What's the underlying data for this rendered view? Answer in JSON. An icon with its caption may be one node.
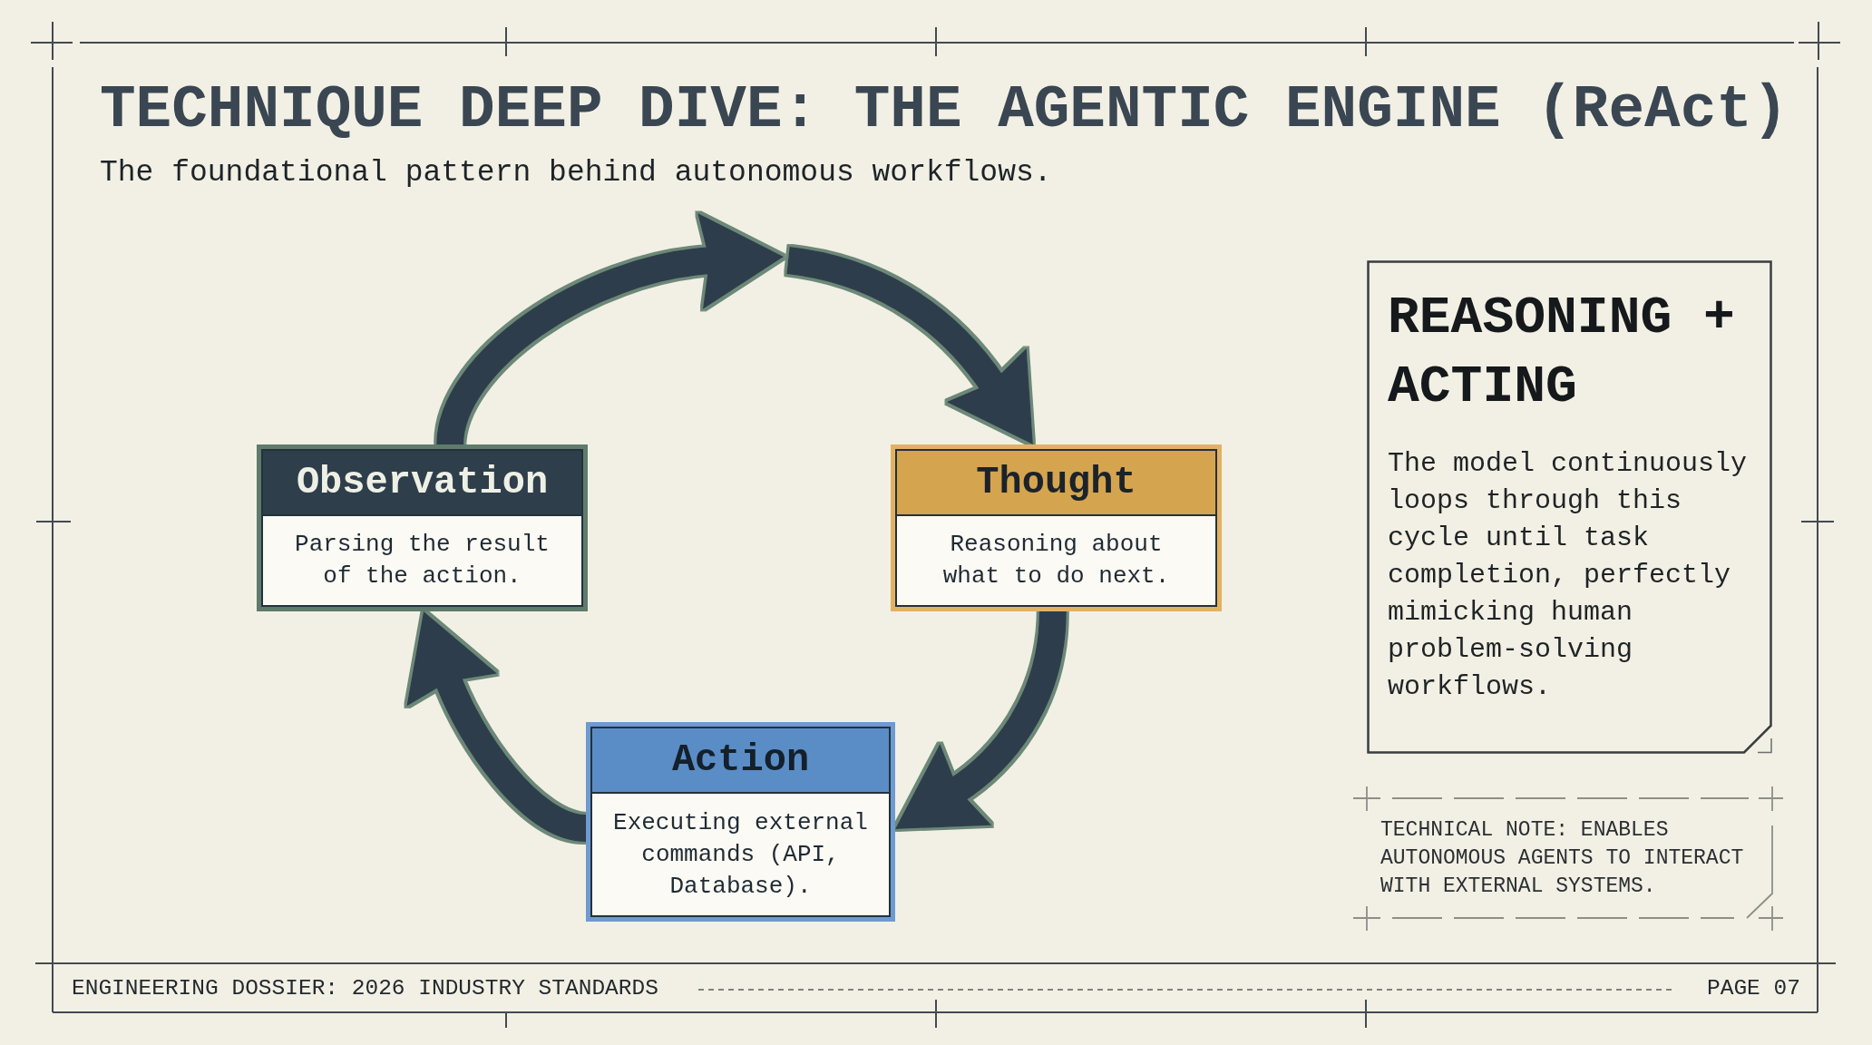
{
  "diagram": {
    "title": "TECHNIQUE DEEP DIVE: THE AGENTIC ENGINE (ReAct)",
    "nodes": [
      {
        "text": [
          "Observation",
          "Parsing the result of the action."
        ]
      },
      {
        "text": [
          "Thought",
          "Reasoning about what to do next."
        ]
      },
      {
        "text": [
          "Action",
          "Executing external commands (API, Database)."
        ]
      },
      {
        "text": [
          "REASONING + ACTING",
          "The model continuously loops through this cycle until task completion, perfectly mimicking human problem-solving workflows."
        ]
      },
      {
        "text": [
          "TECHNICAL NOTE: ENABLES AUTONOMOUS AGENTS TO INTERACT WITH EXTERNAL SYSTEMS."
        ]
      }
    ],
    "edges": [
      {
        "from": 0,
        "to": null,
        "arrow": "to"
      },
      {
        "from": null,
        "to": 1,
        "arrow": "to"
      },
      {
        "from": 1,
        "to": 2,
        "arrow": "to"
      },
      {
        "from": 2,
        "to": 0,
        "arrow": "to"
      }
    ],
    "labels": [
      "The foundational pattern behind autonomous workflows.",
      "ENGINEERING DOSSIER: 2026 INDUSTRY STANDARDS",
      "PAGE 07"
    ]
  }
}
